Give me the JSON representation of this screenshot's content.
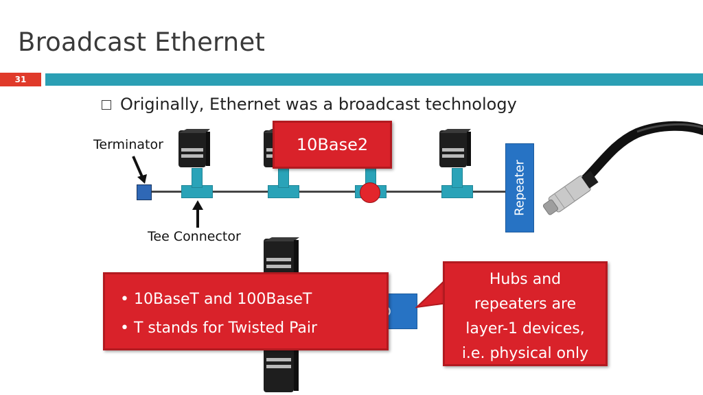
{
  "slide": {
    "title": "Broadcast Ethernet",
    "number": "31"
  },
  "bullet": "Originally, Ethernet was a broadcast technology",
  "labels": {
    "terminator": "Terminator",
    "tee_connector": "Tee Connector",
    "repeater": "Repeater",
    "hub_partial": "b"
  },
  "callouts": {
    "base2": "10Base2",
    "baset_items": [
      "10BaseT and 100BaseT",
      "T stands for Twisted Pair"
    ],
    "hubs_lines": [
      "Hubs and",
      "repeaters are",
      "layer-1 devices,",
      "i.e. physical only"
    ]
  },
  "colors": {
    "accent_red": "#d9222a",
    "teal": "#2aa3b8",
    "blue": "#2773c4"
  }
}
